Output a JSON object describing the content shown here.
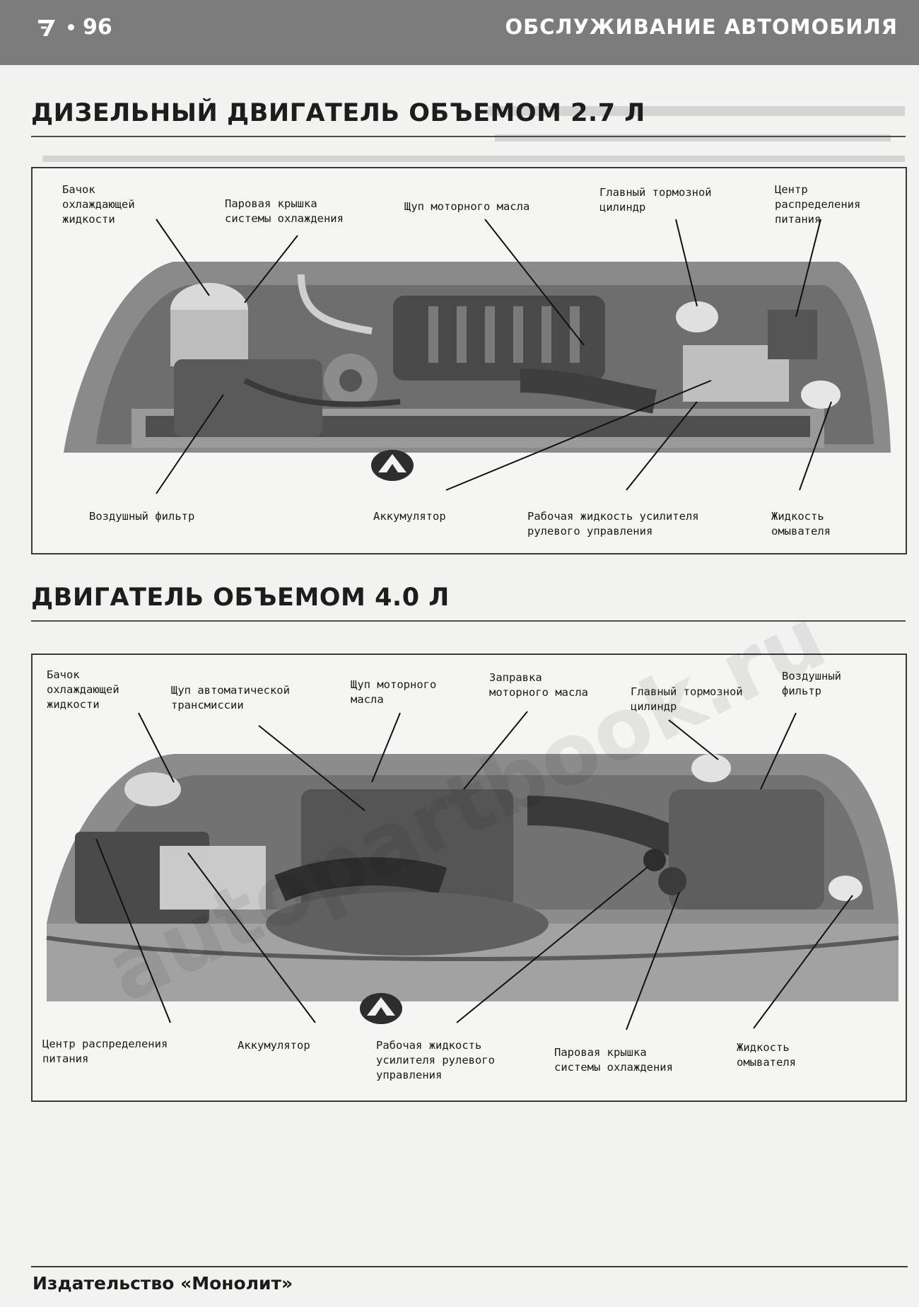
{
  "header": {
    "page_number": "96",
    "section_title": "ОБСЛУЖИВАНИЕ АВТОМОБИЛЯ"
  },
  "diesel": {
    "title": "ДИЗЕЛЬНЫЙ ДВИГАТЕЛЬ ОБЪЕМОМ 2.7 Л",
    "labels": {
      "coolant_tank": "Бачок\nохлаждающей\nжидкости",
      "steam_cap": "Паровая крышка\nсистемы охлаждения",
      "oil_dipstick": "Щуп моторного масла",
      "brake_master": "Главный тормозной\nцилиндр",
      "power_center": "Центр\nраспределения\nпитания",
      "air_filter": "Воздушный фильтр",
      "battery": "Аккумулятор",
      "power_steering": "Рабочая жидкость усилителя\nрулевого управления",
      "washer": "Жидкость\nомывателя"
    }
  },
  "gas": {
    "title": "ДВИГАТЕЛЬ ОБЪЕМОМ 4.0 Л",
    "labels": {
      "coolant_tank": "Бачок\nохлаждающей\nжидкости",
      "trans_dipstick": "Щуп автоматической\nтрансмиссии",
      "oil_dipstick": "Щуп моторного\nмасла",
      "oil_fill": "Заправка\nмоторного масла",
      "brake_master": "Главный тормозной\nцилиндр",
      "air_filter": "Воздушный\nфильтр",
      "power_center": "Центр распределения\nпитания",
      "battery": "Аккумулятор",
      "power_steering": "Рабочая жидкость\nусилителя рулевого\nуправления",
      "steam_cap": "Паровая крышка\nсистемы охлаждения",
      "washer": "Жидкость\nомывателя"
    }
  },
  "footer": {
    "publisher": "Издательство «Монолит»"
  },
  "watermark": "autopartbook.ru",
  "colors": {
    "header_band": "#7c7c7c",
    "page": "#f2f2f1",
    "ink": "#1b1b1b"
  },
  "icons": [
    "publisher-logo-icon",
    "manufacturer-emblem-icon"
  ]
}
